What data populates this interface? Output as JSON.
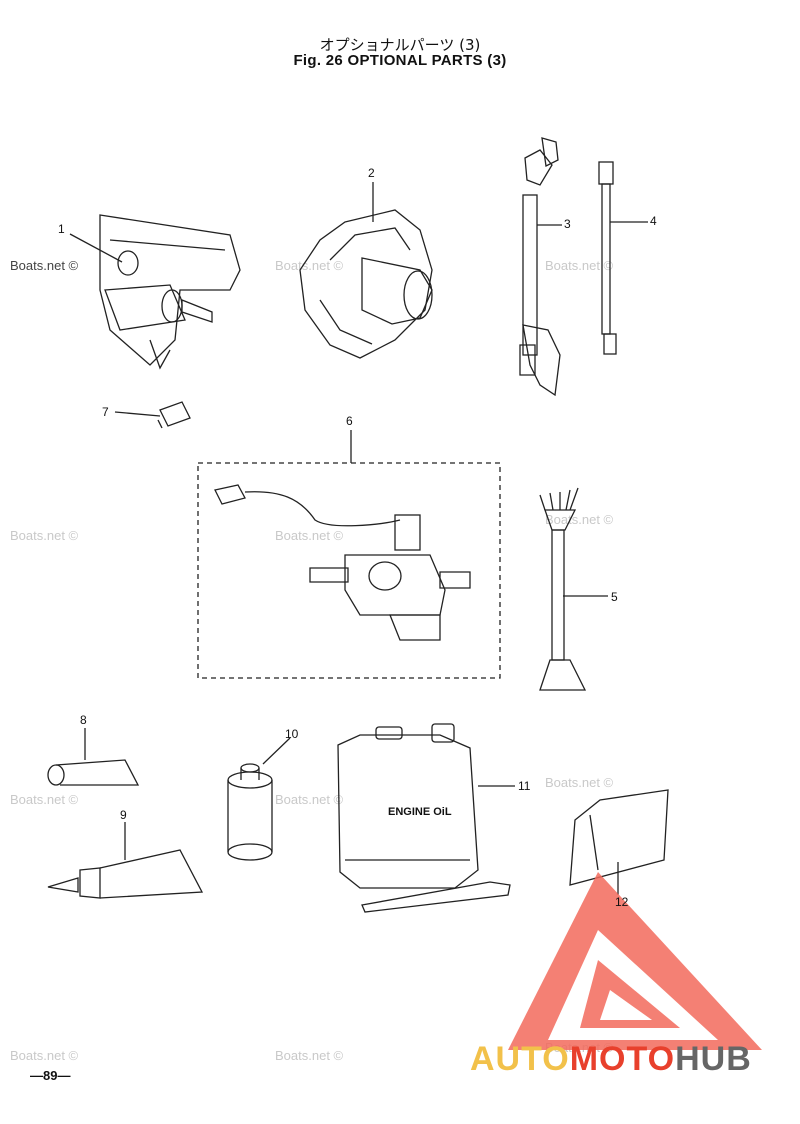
{
  "header": {
    "title_jp": "オプショナルパーツ (3)",
    "title_en": "Fig. 26   OPTIONAL PARTS (3)"
  },
  "callouts": [
    "1",
    "2",
    "3",
    "4",
    "5",
    "6",
    "7",
    "8",
    "9",
    "10",
    "11",
    "12"
  ],
  "watermark": "Boats.net ©",
  "footer": {
    "page": "—89—"
  },
  "logo": {
    "part1": "AUTO",
    "part2": "MOTO",
    "part3": "HUB",
    "colors": {
      "auto": "#f2c14a",
      "moto": "#e8402c",
      "hub": "#666666"
    }
  },
  "product_label": "ENGINE OiL"
}
